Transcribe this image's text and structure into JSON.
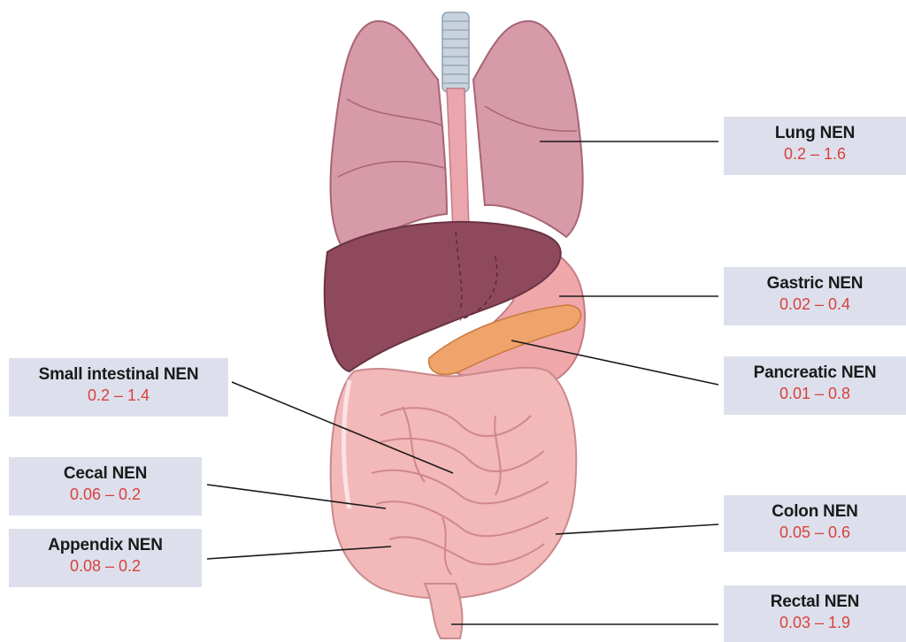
{
  "labels": {
    "lung": {
      "title": "Lung NEN",
      "range": "0.2 – 1.6"
    },
    "gastric": {
      "title": "Gastric NEN",
      "range": "0.02 – 0.4"
    },
    "pancreatic": {
      "title": "Pancreatic NEN",
      "range": "0.01 – 0.8"
    },
    "small": {
      "title": "Small intestinal NEN",
      "range": "0.2 – 1.4"
    },
    "cecal": {
      "title": "Cecal NEN",
      "range": "0.06 – 0.2"
    },
    "appendix": {
      "title": "Appendix NEN",
      "range": "0.08 – 0.2"
    },
    "colon": {
      "title": "Colon NEN",
      "range": "0.05 – 0.6"
    },
    "rectal": {
      "title": "Rectal NEN",
      "range": "0.03 – 1.9"
    }
  },
  "colors": {
    "label_background": "#dde0ec",
    "range_text": "#d9413a",
    "lung": "#d79aa8",
    "liver": "#8e4a5c",
    "intestine": "#f3b8b8",
    "pancreas": "#f0a36a"
  }
}
